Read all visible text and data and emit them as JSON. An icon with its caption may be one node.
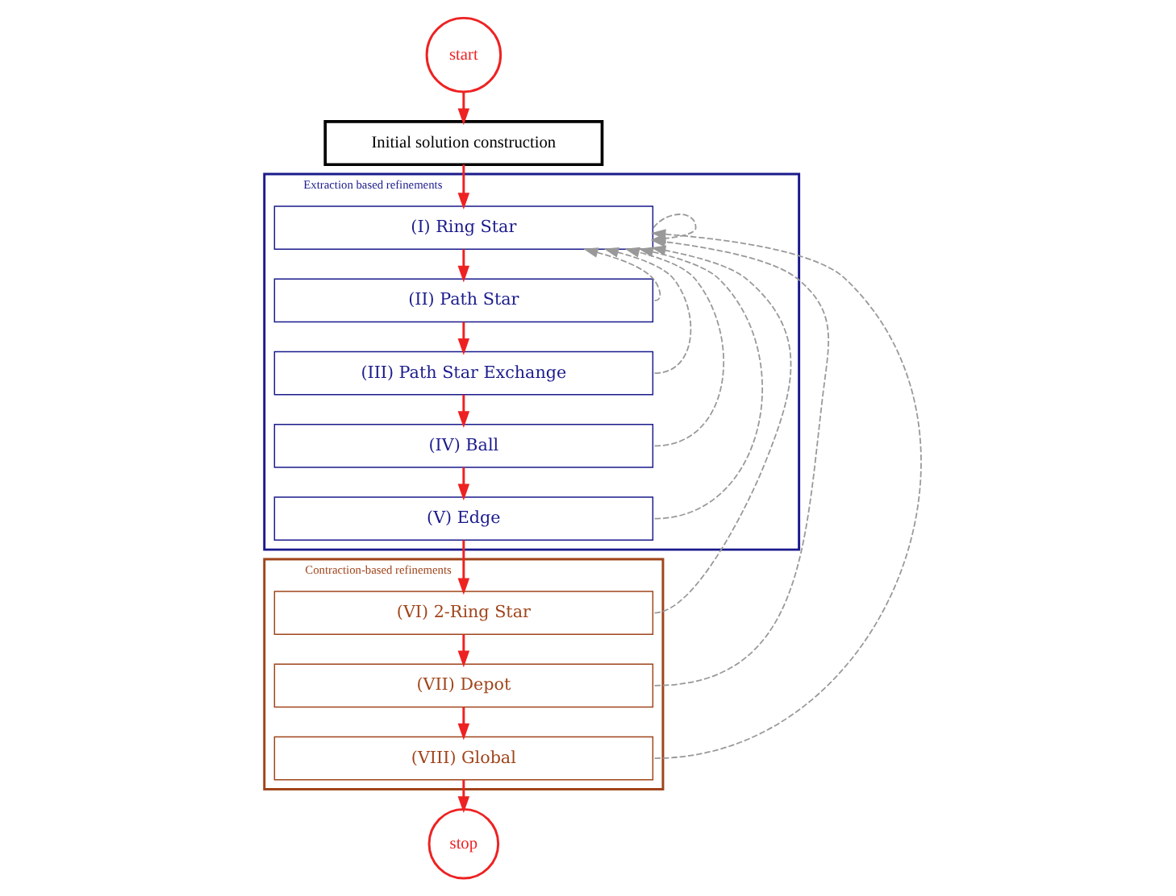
{
  "diagram": {
    "nodes": [
      {
        "text": [
          "start"
        ]
      },
      {
        "text": [
          "Initial solution construction"
        ]
      },
      {
        "text": [
          "Extraction based refinements"
        ]
      },
      {
        "text": [
          "(I) Ring Star"
        ],
        "in": 2
      },
      {
        "text": [
          "(II) Path Star"
        ],
        "in": 2
      },
      {
        "text": [
          "(III) Path Star Exchange"
        ],
        "in": 2
      },
      {
        "text": [
          "(IV) Ball"
        ],
        "in": 2
      },
      {
        "text": [
          "(V) Edge"
        ],
        "in": 2
      },
      {
        "text": [
          "Contraction-based refinements"
        ]
      },
      {
        "text": [
          "(VI) 2-Ring Star"
        ],
        "in": 8
      },
      {
        "text": [
          "(VII) Depot"
        ],
        "in": 8
      },
      {
        "text": [
          "(VIII) Global"
        ],
        "in": 8
      },
      {
        "text": [
          "stop"
        ]
      }
    ],
    "edges": [
      {
        "from": 0,
        "to": 1,
        "arrow": "to"
      },
      {
        "from": 1,
        "to": 3,
        "arrow": "to"
      },
      {
        "from": 3,
        "to": 4,
        "arrow": "to"
      },
      {
        "from": 4,
        "to": 5,
        "arrow": "to"
      },
      {
        "from": 5,
        "to": 6,
        "arrow": "to"
      },
      {
        "from": 6,
        "to": 7,
        "arrow": "to"
      },
      {
        "from": 7,
        "to": 9,
        "arrow": "to"
      },
      {
        "from": 9,
        "to": 10,
        "arrow": "to"
      },
      {
        "from": 10,
        "to": 11,
        "arrow": "to"
      },
      {
        "from": 11,
        "to": 12,
        "arrow": "to"
      },
      {
        "from": 3,
        "to": 3,
        "arrow": "to",
        "style": "dashed",
        "color": "#999999"
      },
      {
        "from": 4,
        "to": 3,
        "arrow": "to",
        "style": "dashed",
        "color": "#999999"
      },
      {
        "from": 5,
        "to": 3,
        "arrow": "to",
        "style": "dashed",
        "color": "#999999"
      },
      {
        "from": 6,
        "to": 3,
        "arrow": "to",
        "style": "dashed",
        "color": "#999999"
      },
      {
        "from": 7,
        "to": 3,
        "arrow": "to",
        "style": "dashed",
        "color": "#999999"
      },
      {
        "from": 9,
        "to": 3,
        "arrow": "to",
        "style": "dashed",
        "color": "#999999"
      },
      {
        "from": 10,
        "to": 3,
        "arrow": "to",
        "style": "dashed",
        "color": "#999999"
      },
      {
        "from": 11,
        "to": 3,
        "arrow": "to",
        "style": "dashed",
        "color": "#999999"
      }
    ]
  }
}
